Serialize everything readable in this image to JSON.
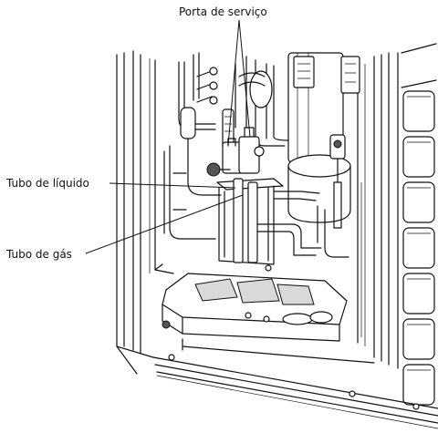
{
  "labels": {
    "service_port": "Porta de serviço",
    "liquid_pipe": "Tubo de líquido",
    "gas_pipe": "Tubo de gás"
  },
  "colors": {
    "line": "#111111",
    "background": "#ffffff",
    "shade": "#d9d9d9"
  }
}
